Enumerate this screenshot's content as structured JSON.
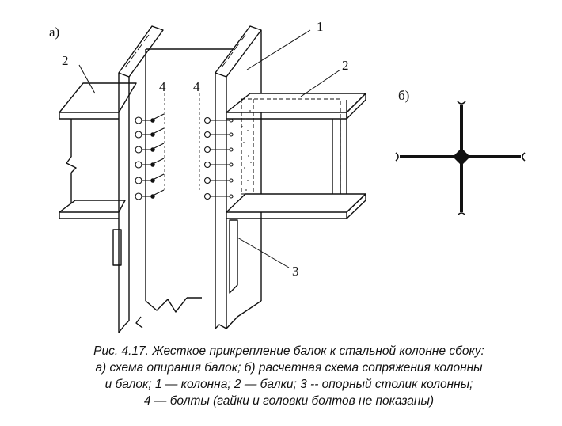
{
  "panel_labels": {
    "a": "а)",
    "b": "б)"
  },
  "callouts": {
    "column": "1",
    "beam_left": "2",
    "beam_right": "2",
    "table": "3",
    "bolts_left": "4",
    "bolts_right": "4"
  },
  "caption": {
    "line1": "Рис. 4.17. Жесткое прикрепление балок к стальной колонне сбоку:",
    "line2": "а) схема опирания балок; б) расчетная схема сопряжения колонны",
    "line3": "и балок; 1 — колонна; 2 — балки; 3 -- опорный столик колонны;",
    "line4": "4 — болты (гайки и головки болтов не показаны)"
  }
}
